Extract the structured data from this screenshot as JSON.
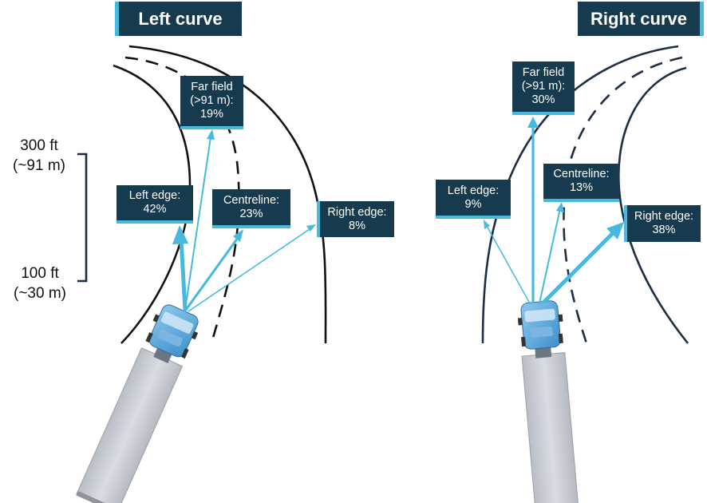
{
  "left_panel": {
    "title": "Left curve",
    "labels": {
      "far_field": [
        "Far field",
        "(>91 m):",
        "19%"
      ],
      "left_edge": [
        "Left edge:",
        "42%"
      ],
      "centreline": [
        "Centreline:",
        "23%"
      ],
      "right_edge": [
        "Right edge:",
        "8%"
      ]
    }
  },
  "right_panel": {
    "title": "Right curve",
    "labels": {
      "far_field": [
        "Far field",
        "(>91 m):",
        "30%"
      ],
      "left_edge": [
        "Left edge:",
        "9%"
      ],
      "centreline": [
        "Centreline:",
        "13%"
      ],
      "right_edge": [
        "Right edge:",
        "38%"
      ]
    }
  },
  "distance_scale": {
    "top": [
      "300 ft",
      "(~91 m)"
    ],
    "bottom": [
      "100 ft",
      "(~30 m)"
    ]
  },
  "colors": {
    "label_background": "#163a4e",
    "accent": "#46b9e0",
    "road_left": "#111111",
    "road_right": "#1b2e46",
    "truck_cab": "#5aa9de",
    "trailer": "#c9cdd3"
  }
}
